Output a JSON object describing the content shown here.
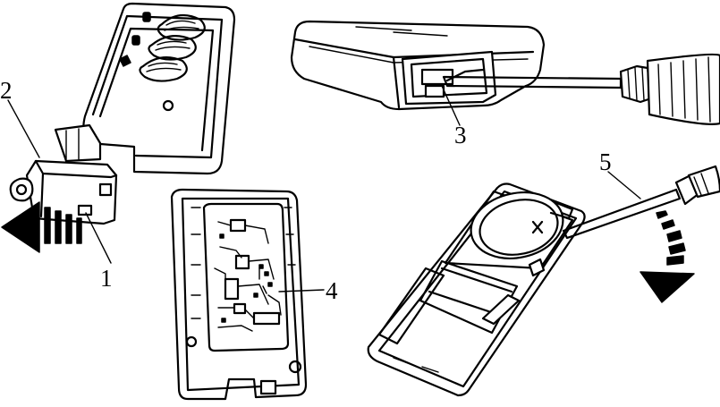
{
  "callouts": {
    "c1": "1",
    "c2": "2",
    "c3": "3",
    "c4": "4",
    "c5": "5"
  },
  "icons": {
    "pull-direction-arrow": "striped-arrow-left",
    "rotation-arrow": "striped-arrow-down-left",
    "screwdriver": "screwdriver",
    "battery": "coin-cell-battery"
  },
  "colors": {
    "ink": "#000000",
    "paper": "#ffffff"
  }
}
